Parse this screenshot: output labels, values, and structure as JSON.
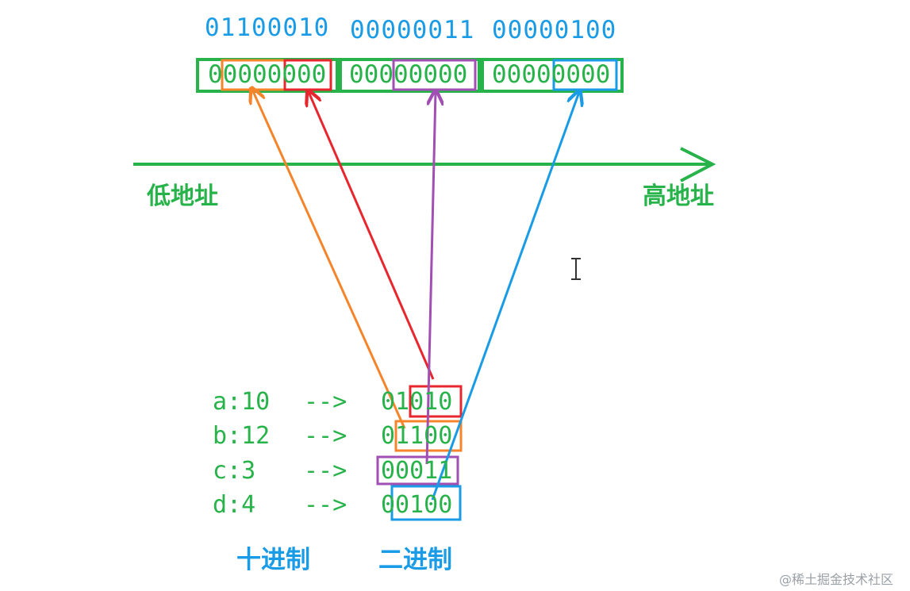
{
  "memory_bytes": [
    "01100010",
    "00000011",
    "00000100"
  ],
  "memory_cells": [
    {
      "bits": "00000000"
    },
    {
      "bits": "00000000"
    },
    {
      "bits": "00000000"
    }
  ],
  "axis": {
    "low_label": "低地址",
    "high_label": "高地址"
  },
  "rows": [
    {
      "name": "a:10",
      "arrow": "-->",
      "binary": "01010",
      "color": "#e8262d"
    },
    {
      "name": "b:12",
      "arrow": "-->",
      "binary": "01100",
      "color": "#f6842a"
    },
    {
      "name": "c:3",
      "arrow": "-->",
      "binary": "00011",
      "color": "#a14fb3"
    },
    {
      "name": "d:4",
      "arrow": "-->",
      "binary": "00100",
      "color": "#1a9be6"
    }
  ],
  "captions": {
    "decimal": "十进制",
    "binary": "二进制"
  },
  "watermark": "@稀土掘金技术社区",
  "colors": {
    "green": "#27b34a",
    "blue": "#1a9be6",
    "red": "#e8262d",
    "orange": "#f6842a",
    "purple": "#a14fb3"
  }
}
